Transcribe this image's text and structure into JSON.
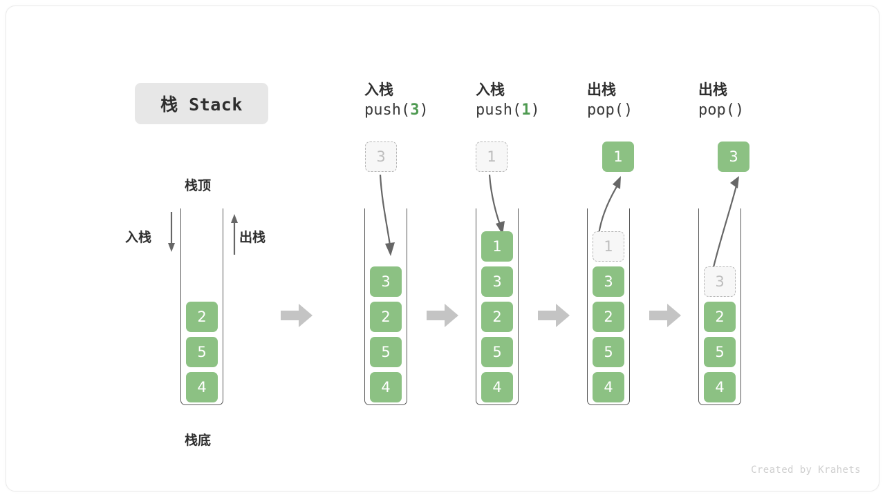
{
  "title": {
    "badge": "栈 Stack"
  },
  "legend": {
    "top_label": "栈顶",
    "bottom_label": "栈底",
    "push_label": "入栈",
    "pop_label": "出栈"
  },
  "footer": {
    "credit": "Created by Krahets"
  },
  "colors": {
    "element_fill": "#8cc183",
    "element_text": "#ffffff",
    "ghost_fill": "#f7f7f7",
    "ghost_border": "#b6b6b6",
    "ghost_text": "#bdbdbd",
    "frame_stroke": "#555555",
    "arrow_gray": "#666666",
    "step_arrow": "#c4c4c4",
    "badge_bg": "#e7e7e7",
    "code_accent": "#4e9a51"
  },
  "steps": [
    {
      "id": "initial",
      "caption_cn": "",
      "caption_code_prefix": "",
      "caption_code_num": "",
      "caption_code_suffix": "",
      "stack": [
        "4",
        "5",
        "2"
      ],
      "ghost_top": null,
      "float_value": null,
      "float_state": null,
      "arrow": "none"
    },
    {
      "id": "push-3",
      "caption_cn": "入栈",
      "caption_code_prefix": "push(",
      "caption_code_num": "3",
      "caption_code_suffix": ")",
      "stack": [
        "4",
        "5",
        "2",
        "3"
      ],
      "ghost_top": null,
      "float_value": "3",
      "float_state": "ghost",
      "arrow": "down"
    },
    {
      "id": "push-1",
      "caption_cn": "入栈",
      "caption_code_prefix": "push(",
      "caption_code_num": "1",
      "caption_code_suffix": ")",
      "stack": [
        "4",
        "5",
        "2",
        "3",
        "1"
      ],
      "ghost_top": null,
      "float_value": "1",
      "float_state": "ghost",
      "arrow": "down"
    },
    {
      "id": "pop-1",
      "caption_cn": "出栈",
      "caption_code_prefix": "pop(",
      "caption_code_num": "",
      "caption_code_suffix": ")",
      "stack": [
        "4",
        "5",
        "2",
        "3"
      ],
      "ghost_top": "1",
      "float_value": "1",
      "float_state": "filled",
      "arrow": "up"
    },
    {
      "id": "pop-3",
      "caption_cn": "出栈",
      "caption_code_prefix": "pop(",
      "caption_code_num": "",
      "caption_code_suffix": ")",
      "stack": [
        "4",
        "5",
        "2"
      ],
      "ghost_top": "3",
      "float_value": "3",
      "float_state": "filled",
      "arrow": "up"
    }
  ],
  "step_arrows_count": 4
}
